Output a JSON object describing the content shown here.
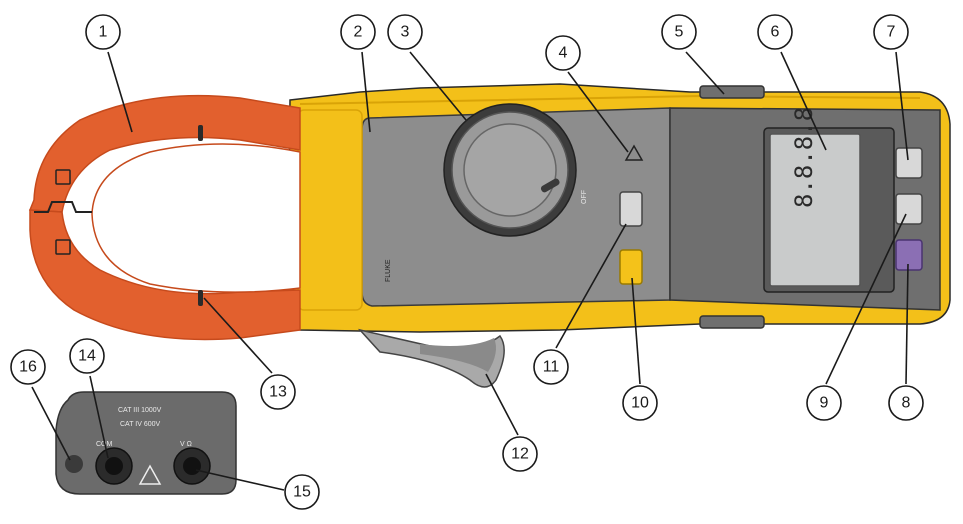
{
  "colors": {
    "jaw": "#e2602e",
    "jaw_dark": "#c64a1c",
    "body_yellow": "#f3c019",
    "body_yellow_dark": "#d9a307",
    "panel_gray": "#8d8d8d",
    "panel_dark": "#6f6f6f",
    "lcd": "#c9cbcb",
    "button_gray": "#d8d8d8",
    "hold_button": "#8b6fb4",
    "button_yellow": "#f4c21a"
  },
  "callouts": [
    {
      "id": 1,
      "label": "1"
    },
    {
      "id": 2,
      "label": "2"
    },
    {
      "id": 3,
      "label": "3"
    },
    {
      "id": 4,
      "label": "4"
    },
    {
      "id": 5,
      "label": "5"
    },
    {
      "id": 6,
      "label": "6"
    },
    {
      "id": 7,
      "label": "7"
    },
    {
      "id": 8,
      "label": "8"
    },
    {
      "id": 9,
      "label": "9"
    },
    {
      "id": 10,
      "label": "10"
    },
    {
      "id": 11,
      "label": "11"
    },
    {
      "id": 12,
      "label": "12"
    },
    {
      "id": 13,
      "label": "13"
    },
    {
      "id": 14,
      "label": "14"
    },
    {
      "id": 15,
      "label": "15"
    },
    {
      "id": 16,
      "label": "16"
    }
  ],
  "device_text": {
    "brand": "FLUKE",
    "off": "OFF",
    "cat_rating_1": "CAT III 1000V",
    "cat_rating_2": "CAT IV 600V",
    "com": "COM",
    "v_ohm": "V Ω",
    "lcd_digits": "8.8.8.8"
  }
}
